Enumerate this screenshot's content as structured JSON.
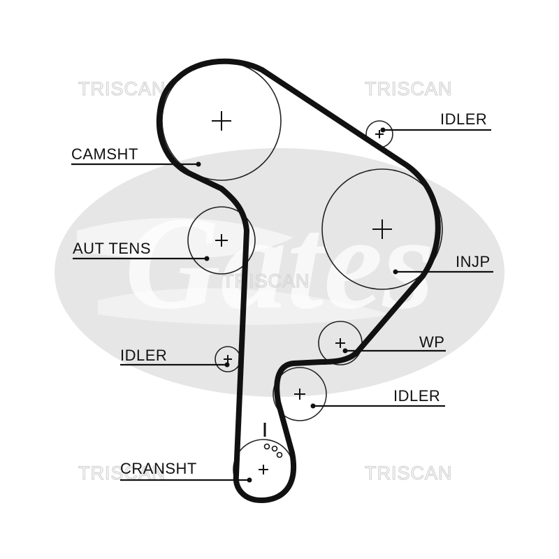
{
  "labels": {
    "camshaft": "CAMSHT",
    "auto_tensioner": "AUT TENS",
    "idler_left": "IDLER",
    "crankshaft": "CRANSHT",
    "idler_top_right": "IDLER",
    "injection_pump": "INJP",
    "water_pump": "WP",
    "idler_bottom_right": "IDLER"
  },
  "watermarks": {
    "brand": "TRISCAN",
    "logo_text": "Gates"
  },
  "colors": {
    "belt": "#111111",
    "logo_background": "#e6e6e6",
    "watermark_outline": "#d6d6d6",
    "text": "#111111"
  }
}
